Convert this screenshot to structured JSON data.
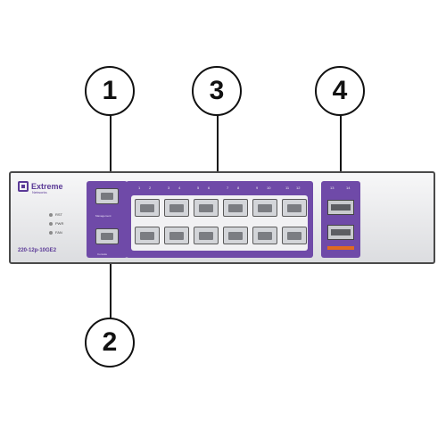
{
  "callouts": {
    "c1": "1",
    "c2": "2",
    "c3": "3",
    "c4": "4"
  },
  "device": {
    "brand": "Extreme",
    "brand_sub": "Networks",
    "model": "220-12p-10GE2",
    "leds": [
      "RST",
      "PWR",
      "FAN"
    ],
    "mgmt_labels": [
      "Management",
      "Console"
    ],
    "port_numbers": [
      "1",
      "2",
      "3",
      "4",
      "5",
      "6",
      "7",
      "8",
      "9",
      "10",
      "11",
      "12"
    ],
    "sfp_labels": [
      "13",
      "14"
    ]
  },
  "colors": {
    "accent": "#6f4aa8",
    "brand": "#5b3a97",
    "outline": "#111111"
  }
}
